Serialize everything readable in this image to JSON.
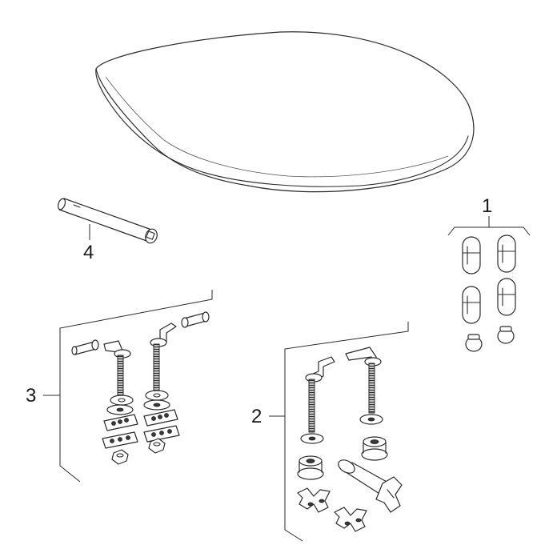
{
  "callouts": {
    "part_1": "1",
    "part_2": "2",
    "part_3": "3",
    "part_4": "4"
  },
  "colors": {
    "line": "#2b2b2b",
    "background": "#ffffff",
    "dark_part": "#3a3a3a"
  }
}
